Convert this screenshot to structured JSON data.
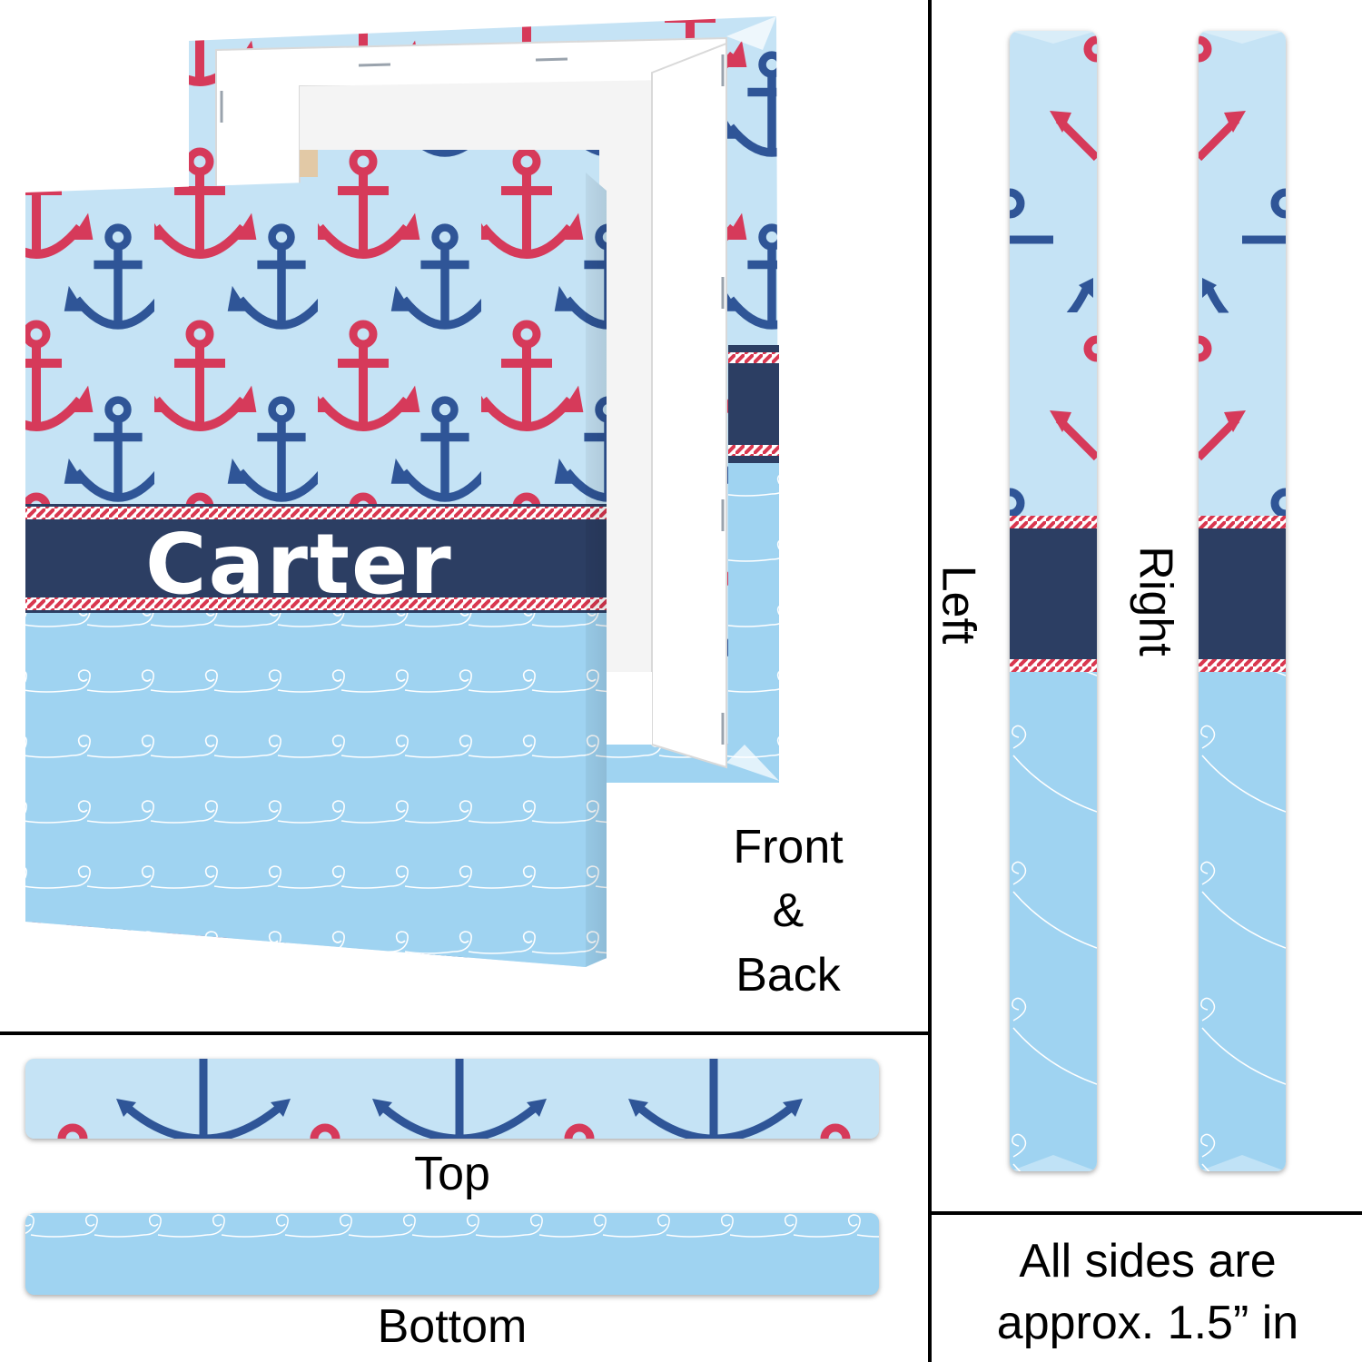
{
  "canvas": {
    "name_text": "Carter"
  },
  "labels": {
    "front_back_line1": "Front",
    "front_back_line2": "&",
    "front_back_line3": "Back",
    "top": "Top",
    "bottom": "Bottom",
    "left": "Left",
    "right": "Right",
    "note_line1": "All sides are",
    "note_line2": "approx. 1.5” in"
  },
  "colors": {
    "sky": "#c5e3f5",
    "water": "#9fd3f1",
    "navy": "#2c3e63",
    "anchor_red": "#d63a5a",
    "anchor_blue": "#2f5597",
    "rope_red": "#d9374f",
    "frame_white": "#ffffff"
  }
}
